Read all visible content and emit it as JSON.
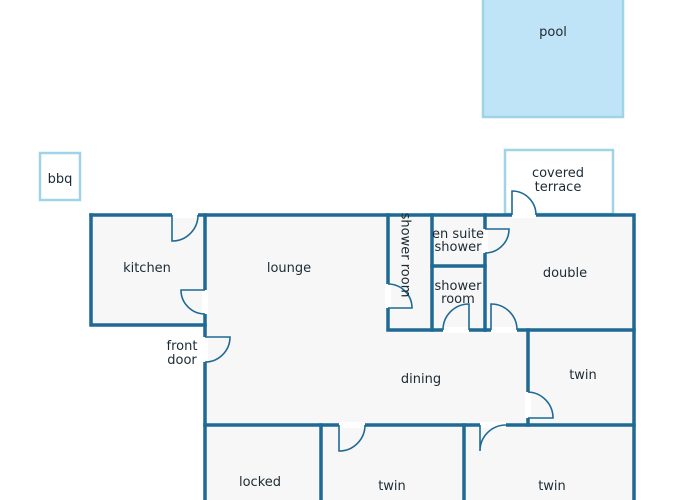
{
  "colors": {
    "wall": "#1f6a94",
    "outdoor_outline": "#9fd3e6",
    "pool_fill": "#bfe4f7",
    "floor": "#f7f7f7",
    "text": "#1c2a33"
  },
  "labels": {
    "pool": "pool",
    "bbq": "bbq",
    "covered_terrace_1": "covered",
    "covered_terrace_2": "terrace",
    "kitchen": "kitchen",
    "lounge": "lounge",
    "shower_room_vertical": "shower room",
    "en_suite_1": "en suite",
    "en_suite_2": "shower",
    "shower_room_1": "shower",
    "shower_room_2": "room",
    "double": "double",
    "front_door_1": "front",
    "front_door_2": "door",
    "dining": "dining",
    "twin_right": "twin",
    "locked": "locked",
    "twin_bottom_middle": "twin",
    "twin_bottom_right": "twin"
  }
}
